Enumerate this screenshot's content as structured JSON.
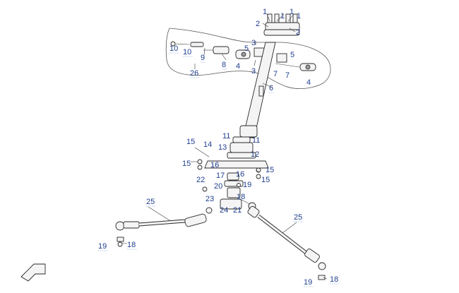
{
  "diagram": {
    "callouts": [
      {
        "id": "c1a",
        "label": "1"
      },
      {
        "id": "c1b",
        "label": "1"
      },
      {
        "id": "c1c",
        "label": "1"
      },
      {
        "id": "c1d",
        "label": "1"
      },
      {
        "id": "c2a",
        "label": "2"
      },
      {
        "id": "c2b",
        "label": "2"
      },
      {
        "id": "c3a",
        "label": "3"
      },
      {
        "id": "c3b",
        "label": "3"
      },
      {
        "id": "c4a",
        "label": "4"
      },
      {
        "id": "c4b",
        "label": "4"
      },
      {
        "id": "c5a",
        "label": "5"
      },
      {
        "id": "c5b",
        "label": "5"
      },
      {
        "id": "c6",
        "label": "6"
      },
      {
        "id": "c7a",
        "label": "7"
      },
      {
        "id": "c7b",
        "label": "7"
      },
      {
        "id": "c8",
        "label": "8"
      },
      {
        "id": "c9",
        "label": "9"
      },
      {
        "id": "c10a",
        "label": "10"
      },
      {
        "id": "c10b",
        "label": "10"
      },
      {
        "id": "c11a",
        "label": "11"
      },
      {
        "id": "c11b",
        "label": "11"
      },
      {
        "id": "c12",
        "label": "12"
      },
      {
        "id": "c13",
        "label": "13"
      },
      {
        "id": "c14",
        "label": "14"
      },
      {
        "id": "c15a",
        "label": "15"
      },
      {
        "id": "c15b",
        "label": "15"
      },
      {
        "id": "c15c",
        "label": "15"
      },
      {
        "id": "c15d",
        "label": "15"
      },
      {
        "id": "c16a",
        "label": "16"
      },
      {
        "id": "c16b",
        "label": "16"
      },
      {
        "id": "c17",
        "label": "17"
      },
      {
        "id": "c18a",
        "label": "18"
      },
      {
        "id": "c18b",
        "label": "18"
      },
      {
        "id": "c18c",
        "label": "18"
      },
      {
        "id": "c19a",
        "label": "19"
      },
      {
        "id": "c19b",
        "label": "19"
      },
      {
        "id": "c19c",
        "label": "19"
      },
      {
        "id": "c20",
        "label": "20"
      },
      {
        "id": "c21",
        "label": "21"
      },
      {
        "id": "c22",
        "label": "22"
      },
      {
        "id": "c23",
        "label": "23"
      },
      {
        "id": "c24",
        "label": "24"
      },
      {
        "id": "c25a",
        "label": "25"
      },
      {
        "id": "c25b",
        "label": "25"
      },
      {
        "id": "c26",
        "label": "26"
      }
    ],
    "colors": {
      "callout_text": "#1f3f8f",
      "line": "#2a2a2a",
      "background": "#ffffff"
    },
    "icons": [
      "front-direction-arrow-icon"
    ]
  }
}
